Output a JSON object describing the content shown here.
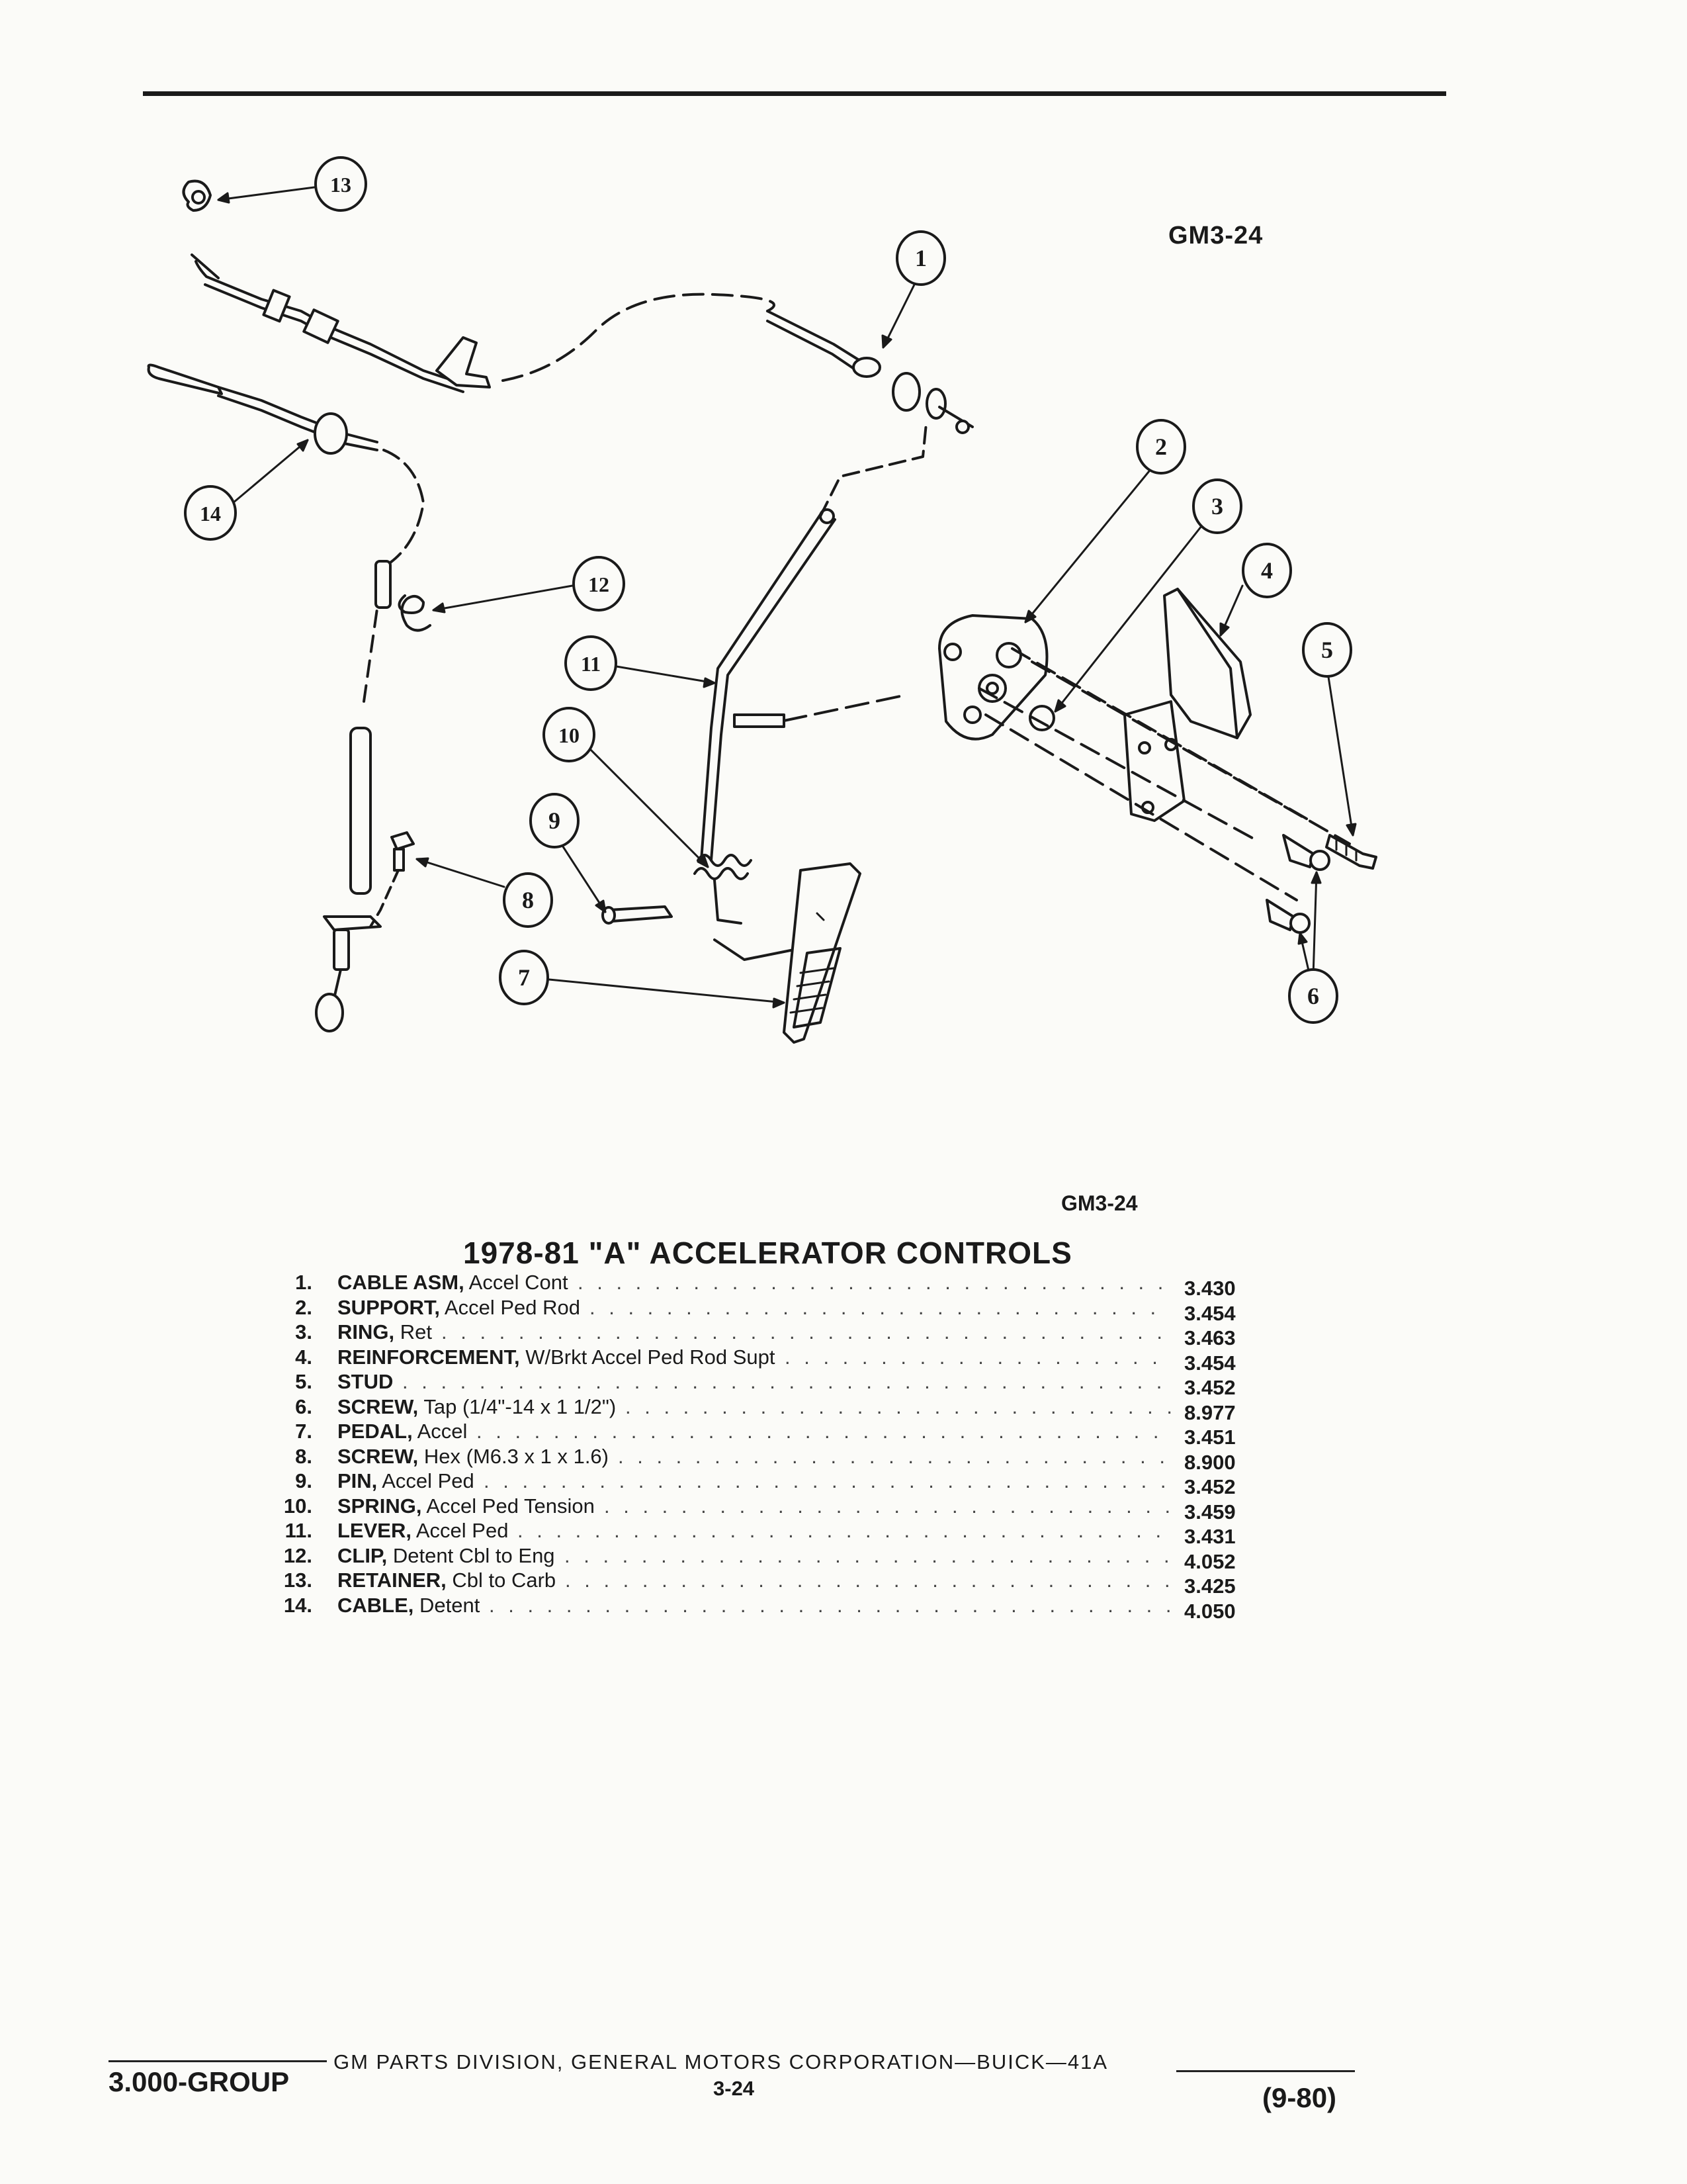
{
  "figure": {
    "ref_top": "GM3-24",
    "ref_bottom": "GM3-24",
    "callouts": [
      "1",
      "2",
      "3",
      "4",
      "5",
      "6",
      "7",
      "8",
      "9",
      "10",
      "11",
      "12",
      "13",
      "14"
    ]
  },
  "title": "1978-81 \"A\" ACCELERATOR CONTROLS",
  "parts": [
    {
      "num": "1.",
      "name": "CABLE ASM,",
      "desc": " Accel Cont",
      "group": "3.430"
    },
    {
      "num": "2.",
      "name": "SUPPORT,",
      "desc": " Accel Ped Rod",
      "group": "3.454"
    },
    {
      "num": "3.",
      "name": "RING,",
      "desc": " Ret",
      "group": "3.463"
    },
    {
      "num": "4.",
      "name": "REINFORCEMENT,",
      "desc": " W/Brkt Accel Ped Rod Supt",
      "group": "3.454"
    },
    {
      "num": "5.",
      "name": "STUD",
      "desc": "",
      "group": "3.452"
    },
    {
      "num": "6.",
      "name": "SCREW,",
      "desc": " Tap (1/4\"-14 x 1 1/2\")",
      "group": "8.977"
    },
    {
      "num": "7.",
      "name": "PEDAL,",
      "desc": " Accel",
      "group": "3.451"
    },
    {
      "num": "8.",
      "name": "SCREW,",
      "desc": " Hex (M6.3 x 1 x 1.6)",
      "group": "8.900"
    },
    {
      "num": "9.",
      "name": "PIN,",
      "desc": " Accel Ped",
      "group": "3.452"
    },
    {
      "num": "10.",
      "name": "SPRING,",
      "desc": " Accel Ped Tension",
      "group": "3.459"
    },
    {
      "num": "11.",
      "name": "LEVER,",
      "desc": " Accel Ped",
      "group": "3.431"
    },
    {
      "num": "12.",
      "name": "CLIP,",
      "desc": " Detent Cbl to Eng",
      "group": "4.052"
    },
    {
      "num": "13.",
      "name": "RETAINER,",
      "desc": " Cbl to Carb",
      "group": "3.425"
    },
    {
      "num": "14.",
      "name": "CABLE,",
      "desc": " Detent",
      "group": "4.050"
    }
  ],
  "dot_leader": ". . . . . . . . . . . . . . . . . . . . . . . . . . . . . . . . . . . . . . . . . . . . . . . . . . . . . . . . . . .",
  "footer": {
    "group": "3.000-GROUP",
    "corporation": "GM PARTS DIVISION, GENERAL MOTORS CORPORATION—BUICK—41A",
    "page": "3-24",
    "date": "(9-80)"
  }
}
